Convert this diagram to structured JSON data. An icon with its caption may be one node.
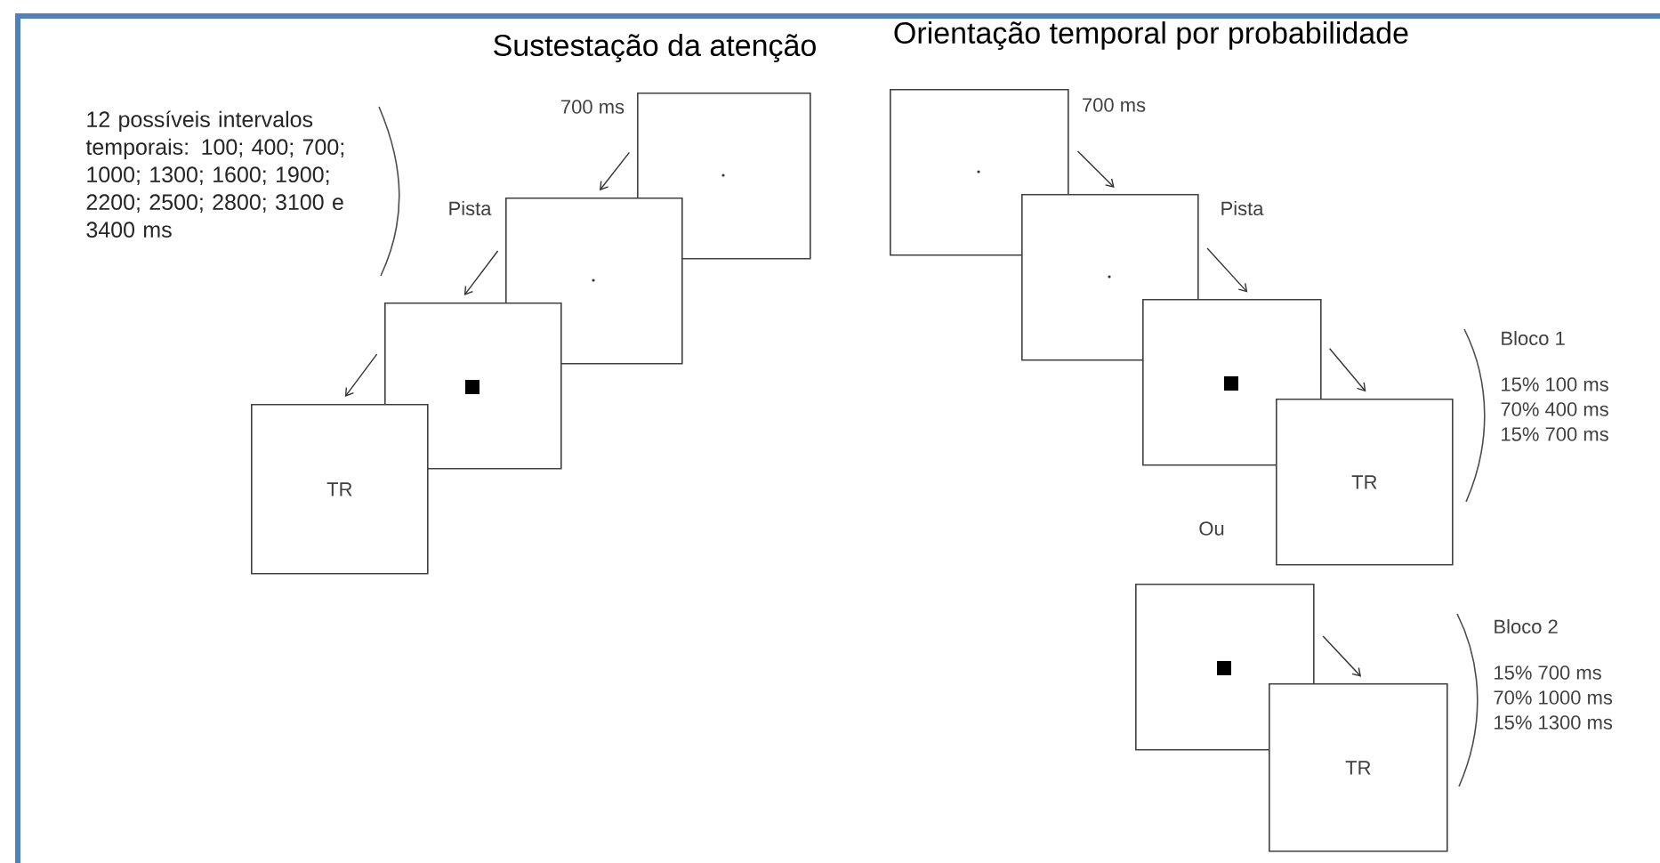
{
  "diagram": {
    "nodes": [
      {
        "text": [],
        "shape": "box"
      },
      {
        "text": [],
        "shape": "box"
      },
      {
        "text": [],
        "shape": "box"
      },
      {
        "text": [
          "TR"
        ]
      },
      {
        "text": [],
        "shape": "box"
      },
      {
        "text": [],
        "shape": "box"
      },
      {
        "text": [],
        "shape": "box"
      },
      {
        "text": [
          "TR"
        ]
      },
      {
        "text": [],
        "shape": "box"
      },
      {
        "text": [
          "TR"
        ]
      }
    ],
    "edges": [
      {
        "from": 0,
        "to": 1,
        "arrow": "to",
        "label": "700 ms"
      },
      {
        "from": 1,
        "to": 2,
        "arrow": "to",
        "label": "Pista"
      },
      {
        "from": 2,
        "to": 3,
        "arrow": "to"
      },
      {
        "from": 4,
        "to": 5,
        "arrow": "to",
        "label": "700 ms"
      },
      {
        "from": 5,
        "to": 6,
        "arrow": "to",
        "label": "Pista"
      },
      {
        "from": 6,
        "to": 7,
        "arrow": "to"
      },
      {
        "from": 8,
        "to": 9,
        "arrow": "to"
      }
    ],
    "labels": [
      "Sustestação da atenção",
      "Orientação temporal por probabilidade",
      "12 possíveis intervalos temporais: 100; 400; 700; 1000; 1300; 1600; 1900; 2200; 2500; 2800; 3100 e 3400 ms",
      "Bloco 1",
      "15% 100 ms",
      "70% 400 ms",
      "15% 700 ms",
      "Ou",
      "Bloco 2",
      "15% 700 ms",
      "70% 1000 ms",
      "15% 1300 ms"
    ]
  }
}
